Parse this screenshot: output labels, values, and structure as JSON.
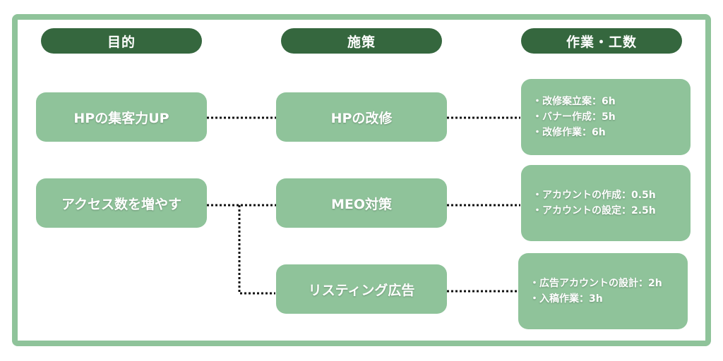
{
  "headers": {
    "purpose": "目的",
    "measure": "施策",
    "work": "作業・工数"
  },
  "purposes": [
    {
      "label": "HPの集客力UP"
    },
    {
      "label": "アクセス数を増やす"
    }
  ],
  "measures": [
    {
      "label": "HPの改修"
    },
    {
      "label": "MEO対策"
    },
    {
      "label": "リスティング広告"
    }
  ],
  "tasks": [
    {
      "items": [
        "・改修案立案：6h",
        "・バナー作成：5h",
        "・改修作業：6h"
      ]
    },
    {
      "items": [
        "・アカウントの作成：0.5h",
        "・アカウントの設定：2.5h"
      ]
    },
    {
      "items": [
        "・広告アカウントの設計：2h",
        "・入稿作業：3h"
      ]
    }
  ],
  "colors": {
    "frame": "#8fc39a",
    "header": "#35673e",
    "node": "#8fc39a",
    "connector": "#111111"
  }
}
